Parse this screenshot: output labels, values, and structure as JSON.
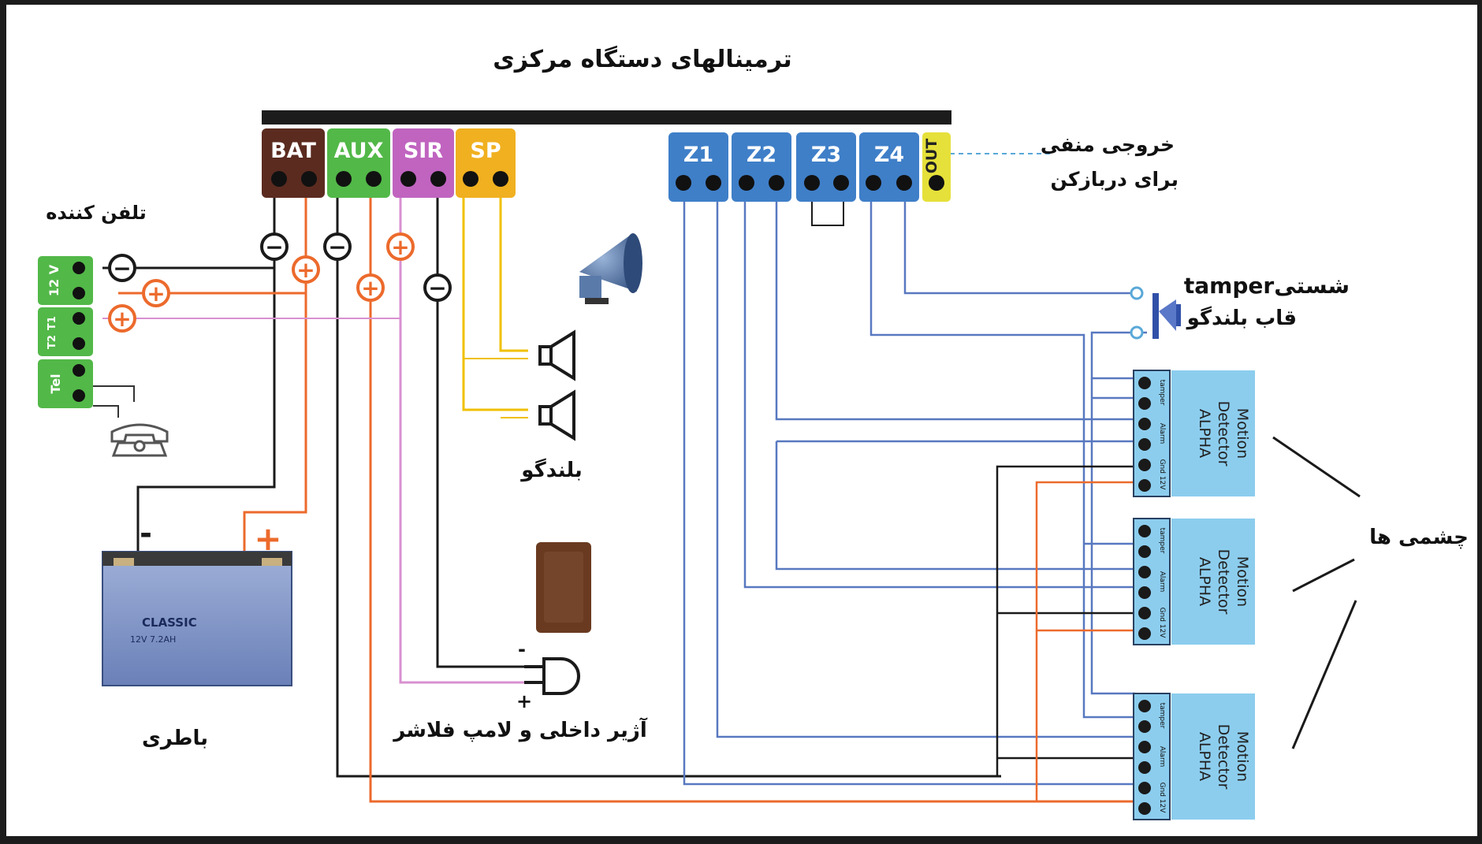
{
  "title": "ترمینالهای دستگاه مرکزی",
  "colors": {
    "bat": "#5b2b20",
    "aux": "#52b848",
    "sir": "#c064c0",
    "sp": "#f0b020",
    "zone": "#3f7fc8",
    "out": "#e6e03a",
    "detector": "#8ccdee",
    "wire_black": "#1a1a1a",
    "wire_orange": "#ec6a2c",
    "wire_pink": "#d890d0",
    "wire_yellow": "#f0c000",
    "wire_blue": "#5878c0"
  },
  "terminals": {
    "left": [
      "BAT",
      "AUX",
      "SIR",
      "SP"
    ],
    "zones": [
      "Z1",
      "Z2",
      "Z3",
      "Z4"
    ],
    "out": "OUT"
  },
  "labels": {
    "dialer": "تلفن کننده",
    "dialer_terms": [
      "12 V",
      "T1",
      "T2",
      "Tel"
    ],
    "out_line1": "خروجی منفی",
    "out_line2": "برای دربازکن",
    "tamper_line1": "tamperشستی",
    "tamper_line2": "قاب بلندگو",
    "speaker": "بلندگو",
    "siren": "آژیر داخلی و لامپ فلاشر",
    "battery": "باطری",
    "detectors": "چشمی ها",
    "minus": "-",
    "plus": "+",
    "circle_minus": "−",
    "circle_plus": "+"
  },
  "battery": {
    "brand": "CLASSIC",
    "rating": "12V 7.2AH"
  },
  "detectors": [
    {
      "line1": "Motion",
      "line2": "Detector",
      "line3": "ALPHA",
      "terms": [
        "tamper",
        "Alarm",
        "Gnd 12V"
      ]
    },
    {
      "line1": "Motion",
      "line2": "Detector",
      "line3": "ALPHA",
      "terms": [
        "tamper",
        "Alarm",
        "Gnd 12V"
      ]
    },
    {
      "line1": "Motion",
      "line2": "Detector",
      "line3": "ALPHA",
      "terms": [
        "tamper",
        "Alarm",
        "Gnd 12V"
      ]
    }
  ]
}
